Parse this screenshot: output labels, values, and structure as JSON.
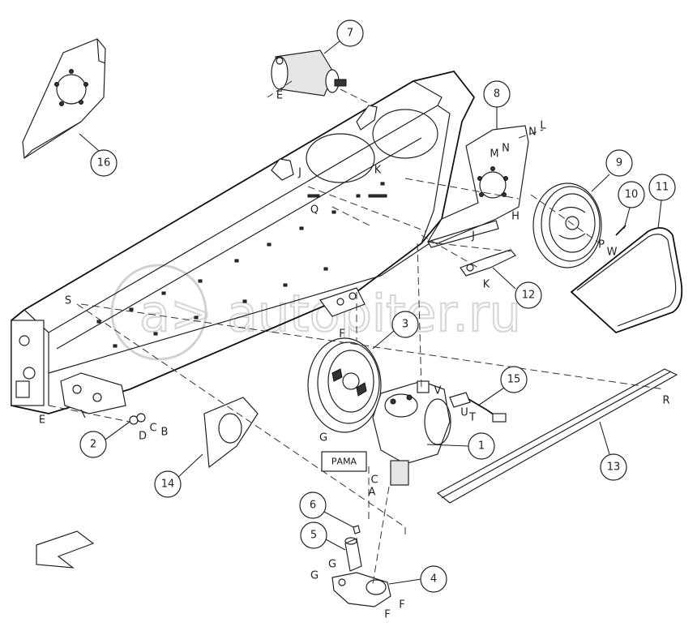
{
  "diagram": {
    "callouts": [
      {
        "id": "c1",
        "label": "1"
      },
      {
        "id": "c2",
        "label": "2"
      },
      {
        "id": "c3",
        "label": "3"
      },
      {
        "id": "c4",
        "label": "4"
      },
      {
        "id": "c5",
        "label": "5"
      },
      {
        "id": "c6",
        "label": "6"
      },
      {
        "id": "c7",
        "label": "7"
      },
      {
        "id": "c8",
        "label": "8"
      },
      {
        "id": "c9",
        "label": "9"
      },
      {
        "id": "c10",
        "label": "10"
      },
      {
        "id": "c11",
        "label": "11"
      },
      {
        "id": "c12",
        "label": "12"
      },
      {
        "id": "c13",
        "label": "13"
      },
      {
        "id": "c14",
        "label": "14"
      },
      {
        "id": "c15",
        "label": "15"
      },
      {
        "id": "c16",
        "label": "16"
      }
    ],
    "letters": {
      "E_top": "E",
      "J_top": "J",
      "K_top": "K",
      "Q": "Q",
      "N_top": "N",
      "L": "L",
      "M": "M",
      "N_mid": "N",
      "H": "H",
      "J_right": "J",
      "P": "P",
      "W": "W",
      "K_bottom": "K",
      "S": "S",
      "F_top": "F",
      "G_pulley": "G",
      "V": "V",
      "U": "U",
      "T": "T",
      "R": "R",
      "C_gear": "C",
      "A": "A",
      "E_left": "E",
      "D": "D",
      "C_left": "C",
      "B": "B",
      "G_lower": "G",
      "G_bottom": "G",
      "F_b1": "F",
      "F_b2": "F"
    },
    "frame_tag": "РАМА",
    "watermark": "autopiter.ru"
  }
}
